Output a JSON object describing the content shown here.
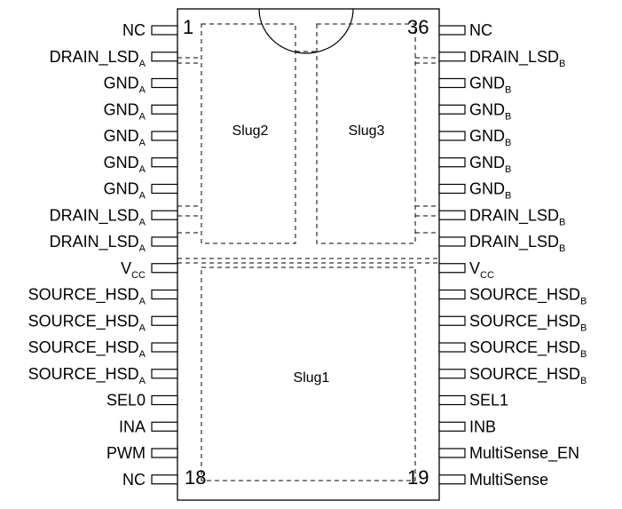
{
  "package": {
    "first_pin": "1",
    "last_pin": "36",
    "left_bottom_pin": "18",
    "right_bottom_pin": "19"
  },
  "slugs": {
    "slug1": "Slug1",
    "slug2": "Slug2",
    "slug3": "Slug3"
  },
  "left_pins": [
    {
      "main": "NC",
      "sub": ""
    },
    {
      "main": "DRAIN_LSD",
      "sub": "A"
    },
    {
      "main": "GND",
      "sub": "A"
    },
    {
      "main": "GND",
      "sub": "A"
    },
    {
      "main": "GND",
      "sub": "A"
    },
    {
      "main": "GND",
      "sub": "A"
    },
    {
      "main": "GND",
      "sub": "A"
    },
    {
      "main": "DRAIN_LSD",
      "sub": "A"
    },
    {
      "main": "DRAIN_LSD",
      "sub": "A"
    },
    {
      "main": "V",
      "sub": "CC"
    },
    {
      "main": "SOURCE_HSD",
      "sub": "A"
    },
    {
      "main": "SOURCE_HSD",
      "sub": "A"
    },
    {
      "main": "SOURCE_HSD",
      "sub": "A"
    },
    {
      "main": "SOURCE_HSD",
      "sub": "A"
    },
    {
      "main": "SEL0",
      "sub": ""
    },
    {
      "main": "INA",
      "sub": ""
    },
    {
      "main": "PWM",
      "sub": ""
    },
    {
      "main": "NC",
      "sub": ""
    }
  ],
  "right_pins": [
    {
      "main": "NC",
      "sub": ""
    },
    {
      "main": "DRAIN_LSD",
      "sub": "B"
    },
    {
      "main": "GND",
      "sub": "B"
    },
    {
      "main": "GND",
      "sub": "B"
    },
    {
      "main": "GND",
      "sub": "B"
    },
    {
      "main": "GND",
      "sub": "B"
    },
    {
      "main": "GND",
      "sub": "B"
    },
    {
      "main": "DRAIN_LSD",
      "sub": "B"
    },
    {
      "main": "DRAIN_LSD",
      "sub": "B"
    },
    {
      "main": "V",
      "sub": "CC"
    },
    {
      "main": "SOURCE_HSD",
      "sub": "B"
    },
    {
      "main": "SOURCE_HSD",
      "sub": "B"
    },
    {
      "main": "SOURCE_HSD",
      "sub": "B"
    },
    {
      "main": "SOURCE_HSD",
      "sub": "B"
    },
    {
      "main": "SEL1",
      "sub": ""
    },
    {
      "main": "INB",
      "sub": ""
    },
    {
      "main": "MultiSense_EN",
      "sub": ""
    },
    {
      "main": "MultiSense",
      "sub": ""
    }
  ]
}
